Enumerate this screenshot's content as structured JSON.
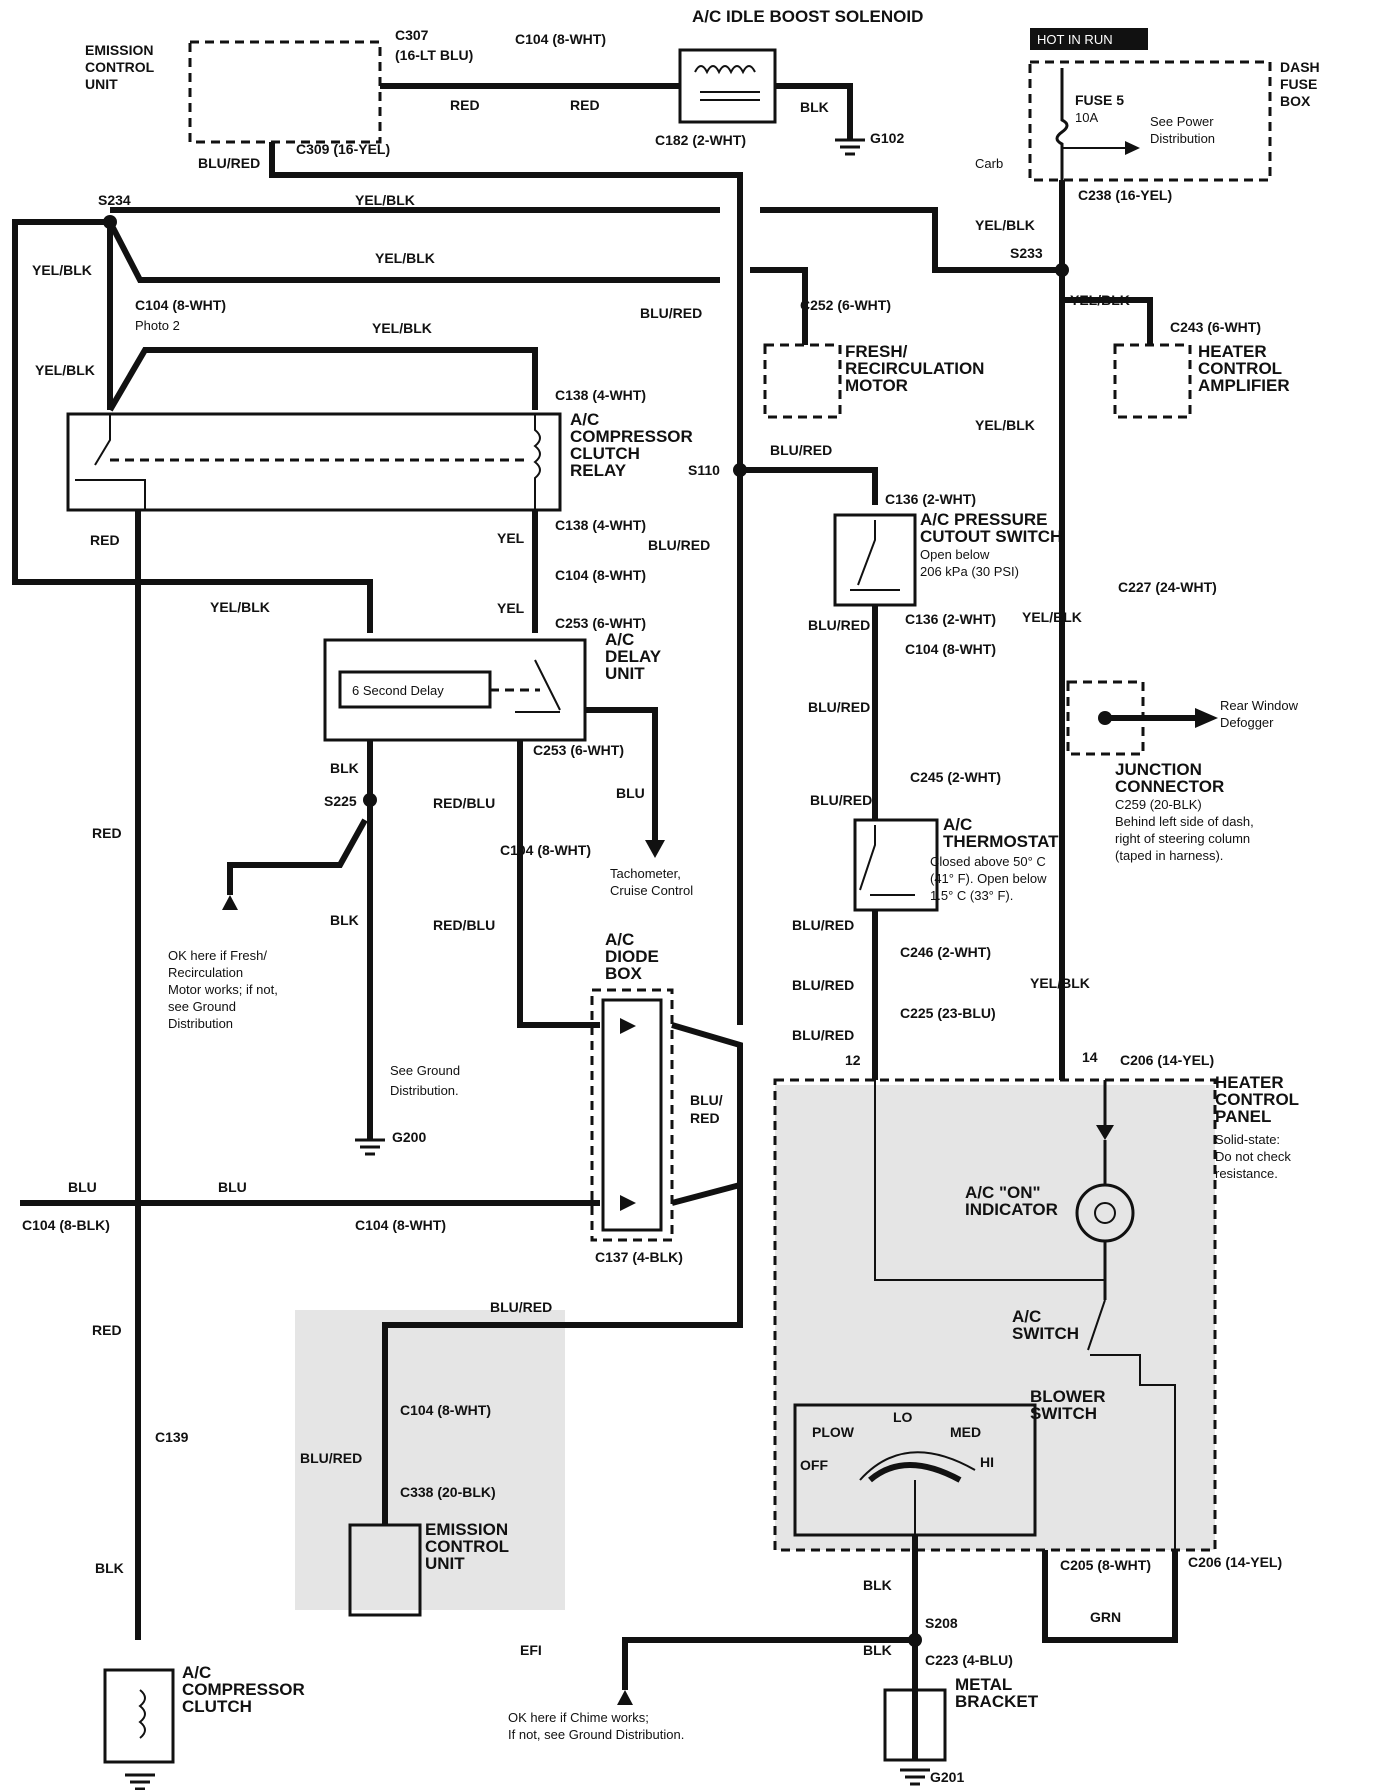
{
  "title": "A/C IDLE BOOST SOLENOID",
  "hot_in_run": "HOT IN RUN",
  "components": {
    "ecu_top_1": "EMISSION",
    "ecu_top_2": "CONTROL",
    "ecu_top_3": "UNIT",
    "dash_fuse_1": "DASH",
    "dash_fuse_2": "FUSE",
    "dash_fuse_3": "BOX",
    "fuse_name": "FUSE 5",
    "fuse_rating": "10A",
    "see_power_1": "See Power",
    "see_power_2": "Distribution",
    "carb": "Carb",
    "fresh_1": "FRESH/",
    "fresh_2": "RECIRCULATION",
    "fresh_3": "MOTOR",
    "heater_amp_1": "HEATER",
    "heater_amp_2": "CONTROL",
    "heater_amp_3": "AMPLIFIER",
    "relay_1": "A/C",
    "relay_2": "COMPRESSOR",
    "relay_3": "CLUTCH",
    "relay_4": "RELAY",
    "pressure_1": "A/C PRESSURE",
    "pressure_2": "CUTOUT SWITCH",
    "pressure_3": "Open below",
    "pressure_4": "206 kPa (30 PSI)",
    "delay_1": "A/C",
    "delay_2": "DELAY",
    "delay_3": "UNIT",
    "delay_box": "6 Second Delay",
    "tach_1": "Tachometer,",
    "tach_2": "Cruise Control",
    "rear_1": "Rear Window",
    "rear_2": "Defogger",
    "junction_1": "JUNCTION",
    "junction_2": "CONNECTOR",
    "junction_3": "C259 (20-BLK)",
    "junction_4": "Behind left side of dash,",
    "junction_5": "right of steering column",
    "junction_6": "(taped in harness).",
    "thermo_1": "A/C",
    "thermo_2": "THERMOSTAT",
    "thermo_3": "Closed above 50° C",
    "thermo_4": "(41° F). Open below",
    "thermo_5": "1.5° C (33° F).",
    "ok_fresh_1": "OK here if Fresh/",
    "ok_fresh_2": "Recirculation",
    "ok_fresh_3": "Motor works; if not,",
    "ok_fresh_4": "see Ground",
    "ok_fresh_5": "Distribution",
    "see_ground_1": "See Ground",
    "see_ground_2": "Distribution.",
    "diode_1": "A/C",
    "diode_2": "DIODE",
    "diode_3": "BOX",
    "heater_panel_1": "HEATER",
    "heater_panel_2": "CONTROL",
    "heater_panel_3": "PANEL",
    "solid_1": "Solid-state:",
    "solid_2": "Do not check",
    "solid_3": "resistance.",
    "indicator_1": "A/C \"ON\"",
    "indicator_2": "INDICATOR",
    "acswitch_1": "A/C",
    "acswitch_2": "SWITCH",
    "blower_1": "BLOWER",
    "blower_2": "SWITCH",
    "blow_plow": "PLOW",
    "blow_lo": "LO",
    "blow_med": "MED",
    "blow_off": "OFF",
    "blow_hi": "HI",
    "ecu_bot_1": "EMISSION",
    "ecu_bot_2": "CONTROL",
    "ecu_bot_3": "UNIT",
    "clutch_1": "A/C",
    "clutch_2": "COMPRESSOR",
    "clutch_3": "CLUTCH",
    "metal_1": "METAL",
    "metal_2": "BRACKET",
    "efi": "EFI",
    "ok_chime_1": "OK here if Chime works;",
    "ok_chime_2": "If not, see Ground Distribution.",
    "photo": "Photo 2"
  },
  "connectors": {
    "c307_a": "C307",
    "c307_b": "(16-LT BLU)",
    "c104_top": "C104 (8-WHT)",
    "c182": "C182 (2-WHT)",
    "g102": "G102",
    "c309": "C309 (16-YEL)",
    "c238": "C238 (16-YEL)",
    "s234": "S234",
    "s233": "S233",
    "c104_left": "C104 (8-WHT)",
    "c252": "C252 (6-WHT)",
    "c243": "C243 (6-WHT)",
    "c138_a": "C138 (4-WHT)",
    "c138_b": "C138 (4-WHT)",
    "s110": "S110",
    "c136_a": "C136 (2-WHT)",
    "c136_b": "C136 (2-WHT)",
    "c104_mid": "C104 (8-WHT)",
    "c104_press": "C104 (8-WHT)",
    "c253_a": "C253 (6-WHT)",
    "c253_b": "C253 (6-WHT)",
    "c227": "C227 (24-WHT)",
    "s225": "S225",
    "c245_a": "C245 (2-WHT)",
    "c104_redblu": "C104 (8-WHT)",
    "c246": "C246 (2-WHT)",
    "c225": "C225 (23-BLU)",
    "n12": "12",
    "n14": "14",
    "c206_a": "C206 (14-YEL)",
    "g200": "G200",
    "c104_8blk": "C104 (8-BLK)",
    "c104_blu": "C104 (8-WHT)",
    "c137": "C137 (4-BLK)",
    "c104_ecu": "C104 (8-WHT)",
    "c338": "C338 (20-BLK)",
    "c139": "C139",
    "c205": "C205 (8-WHT)",
    "c206_b": "C206 (14-YEL)",
    "s208": "S208",
    "c223": "C223 (4-BLU)",
    "g201": "G201"
  },
  "wires": {
    "red1": "RED",
    "red2": "RED",
    "blk_sol": "BLK",
    "blured_top": "BLU/RED",
    "yelblk_top": "YEL/BLK",
    "yelblk_2": "YEL/BLK",
    "yelblk_3": "YEL/BLK",
    "yelblk_l1": "YEL/BLK",
    "yelblk_l2": "YEL/BLK",
    "yelblk_s233": "YEL/BLK",
    "yelblk_amp": "YEL/BLK",
    "yelblk_r1": "YEL/BLK",
    "yelblk_c227": "YEL/BLK",
    "yelblk_r2": "YEL/BLK",
    "blured_mid": "BLU/RED",
    "blured_s110": "BLU/RED",
    "blured_relay": "BLU/RED",
    "red_relay": "RED",
    "yel1": "YEL",
    "yel2": "YEL",
    "yelblk_delay": "YEL/BLK",
    "blured_p1": "BLU/RED",
    "blured_p2": "BLU/RED",
    "blured_p3": "BLU/RED",
    "blk_s225": "BLK",
    "redblu_1": "RED/BLU",
    "blu_tach": "BLU",
    "red_left": "RED",
    "blk_g200": "BLK",
    "redblu_2": "RED/BLU",
    "blured_t1": "BLU/RED",
    "blured_t2": "BLU/RED",
    "blured_t3": "BLU/RED",
    "blu_red_1": "BLU/",
    "blu_red_2": "RED",
    "blu_l": "BLU",
    "blu_m": "BLU",
    "blured_bot": "BLU/RED",
    "blured_ecu": "BLU/RED",
    "red_bot": "RED",
    "blk_clutch": "BLK",
    "blk_s208a": "BLK",
    "blk_s208b": "BLK",
    "grn": "GRN"
  }
}
